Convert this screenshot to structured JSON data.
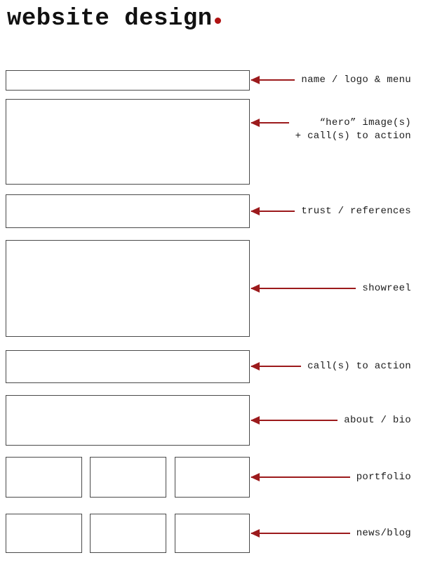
{
  "title": {
    "text": "website design",
    "dot_color": "#b01313"
  },
  "colors": {
    "arrow_red": "#9c1a1c",
    "box_border": "#4a4a4a",
    "label_text": "#1c1c1c"
  },
  "annotations": [
    {
      "id": "header",
      "label": "name / logo & menu"
    },
    {
      "id": "hero",
      "label": "“hero” image(s)",
      "label2": "+ call(s) to action"
    },
    {
      "id": "trust",
      "label": "trust / references"
    },
    {
      "id": "showreel",
      "label": "showreel"
    },
    {
      "id": "cta",
      "label": "call(s) to action"
    },
    {
      "id": "about",
      "label": "about / bio"
    },
    {
      "id": "portfolio",
      "label": "portfolio"
    },
    {
      "id": "news",
      "label": "news/blog"
    }
  ]
}
